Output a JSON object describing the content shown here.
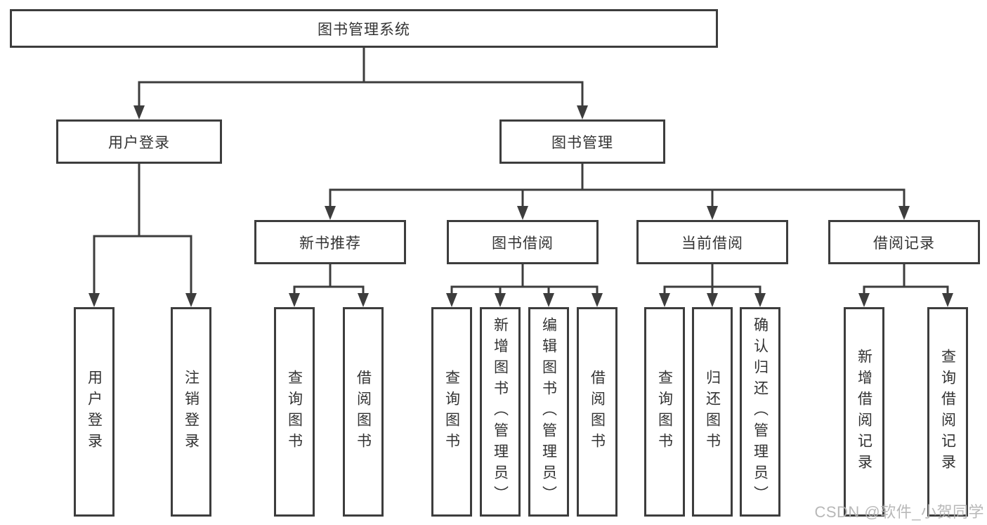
{
  "tree": {
    "label": "图书管理系统",
    "children": [
      {
        "label": "用户登录",
        "children": [
          {
            "label": "用户登录"
          },
          {
            "label": "注销登录"
          }
        ]
      },
      {
        "label": "图书管理",
        "children": [
          {
            "label": "新书推荐",
            "children": [
              {
                "label": "查询图书"
              },
              {
                "label": "借阅图书"
              }
            ]
          },
          {
            "label": "图书借阅",
            "children": [
              {
                "label": "查询图书"
              },
              {
                "label": "新增图书（管理员）"
              },
              {
                "label": "编辑图书（管理员）"
              },
              {
                "label": "借阅图书"
              }
            ]
          },
          {
            "label": "当前借阅",
            "children": [
              {
                "label": "查询图书"
              },
              {
                "label": "归还图书"
              },
              {
                "label": "确认归还（管理员）"
              }
            ]
          },
          {
            "label": "借阅记录",
            "children": [
              {
                "label": "新增借阅记录"
              },
              {
                "label": "查询借阅记录"
              }
            ]
          }
        ]
      }
    ]
  },
  "watermark": {
    "text": "CSDN @软件_小贺同学"
  },
  "colors": {
    "line": "#3d3d3d",
    "text": "#333333",
    "box_fill": "#ffffff",
    "watermark": "#b2b2b2",
    "background": "#ffffff"
  }
}
